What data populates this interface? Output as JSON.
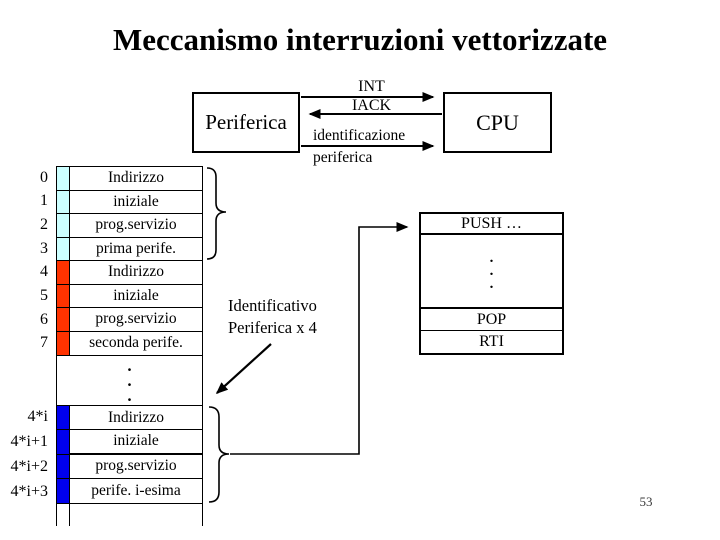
{
  "title": "Meccanismo interruzioni vettorizzate",
  "page_number": "53",
  "boxes": {
    "periferica": "Periferica",
    "cpu": "CPU"
  },
  "signals": {
    "int": "INT",
    "iack": "IACK",
    "identificazione_line1": "identificazione",
    "identificazione_line2": "periferica"
  },
  "pointer_label": {
    "line1": "Identificativo",
    "line2": "Periferica x 4"
  },
  "colors": {
    "first_vector": "#CCFFFF",
    "second_vector": "#FF3300",
    "i_vector": "#0000EE",
    "line": "#000000"
  },
  "memory_table": {
    "top_rows": [
      {
        "addr": "0",
        "label": "Indirizzo",
        "color": "#CCFFFF"
      },
      {
        "addr": "1",
        "label": "iniziale",
        "color": "#CCFFFF"
      },
      {
        "addr": "2",
        "label": "prog.servizio",
        "color": "#CCFFFF"
      },
      {
        "addr": "3",
        "label": "prima perife.",
        "color": "#CCFFFF"
      },
      {
        "addr": "4",
        "label": "Indirizzo",
        "color": "#FF3300"
      },
      {
        "addr": "5",
        "label": "iniziale",
        "color": "#FF3300"
      },
      {
        "addr": "6",
        "label": "prog.servizio",
        "color": "#FF3300"
      },
      {
        "addr": "7",
        "label": "seconda perife.",
        "color": "#FF3300"
      }
    ],
    "gap_dots": [
      ".",
      ".",
      "."
    ],
    "bottom_rows": [
      {
        "addr": "4*i",
        "label": "Indirizzo",
        "color": "#0000EE"
      },
      {
        "addr": "4*i+1",
        "label": "iniziale",
        "color": "#0000EE"
      },
      {
        "addr": "4*i+2",
        "label": "prog.servizio",
        "color": "#0000EE"
      },
      {
        "addr": "4*i+3",
        "label": "perife. i-esima",
        "color": "#0000EE"
      }
    ]
  },
  "stack": {
    "push": "PUSH …",
    "dots": [
      ".",
      ".",
      "."
    ],
    "pop": "POP",
    "rti": "RTI"
  }
}
